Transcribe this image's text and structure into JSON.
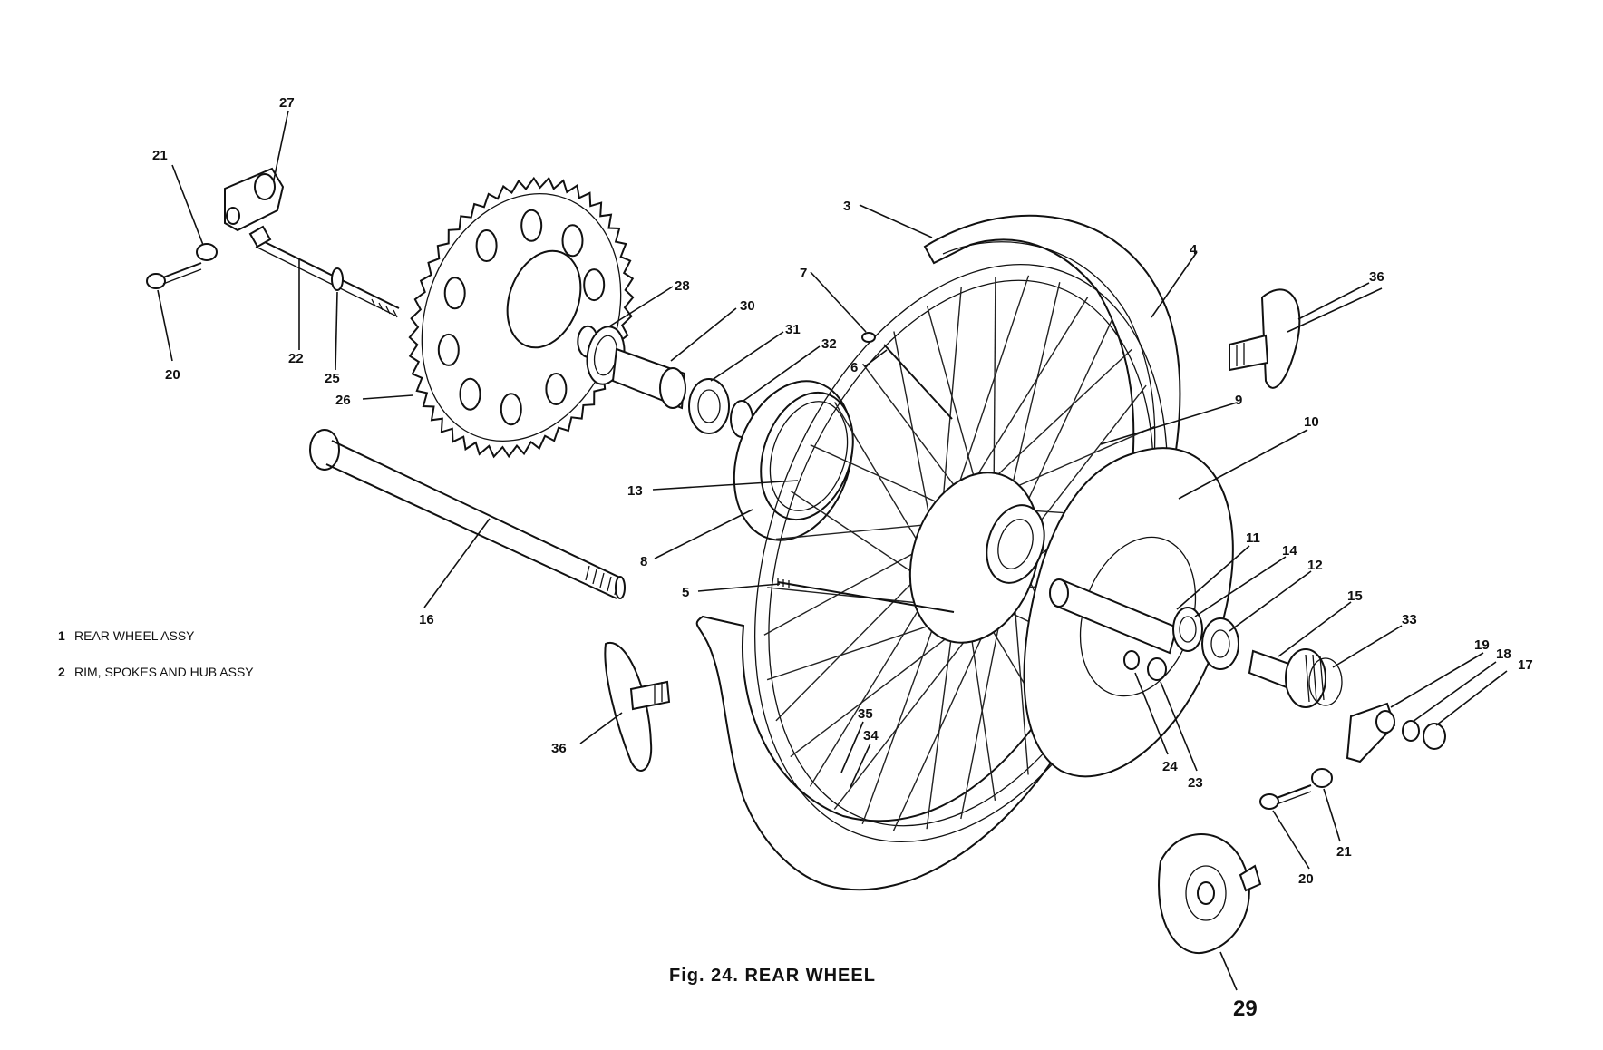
{
  "figure": {
    "caption": "Fig. 24.  REAR WHEEL",
    "sheet_number": "29"
  },
  "legend": [
    {
      "num": "1",
      "text": "REAR WHEEL ASSY"
    },
    {
      "num": "2",
      "text": "RIM, SPOKES AND HUB ASSY"
    }
  ],
  "callouts": {
    "c27": "27",
    "c21a": "21",
    "c20a": "20",
    "c22": "22",
    "c25": "25",
    "c26": "26",
    "c28": "28",
    "c30": "30",
    "c31": "31",
    "c32": "32",
    "c13": "13",
    "c8": "8",
    "c16": "16",
    "c5": "5",
    "c3": "3",
    "c7": "7",
    "c6": "6",
    "c4": "4",
    "c9": "9",
    "c10": "10",
    "c36a": "36",
    "c36b": "36",
    "c11": "11",
    "c14": "14",
    "c12": "12",
    "c15": "15",
    "c33": "33",
    "c19": "19",
    "c18": "18",
    "c17": "17",
    "c24": "24",
    "c23": "23",
    "c21b": "21",
    "c20b": "20",
    "c35": "35",
    "c34": "34"
  }
}
